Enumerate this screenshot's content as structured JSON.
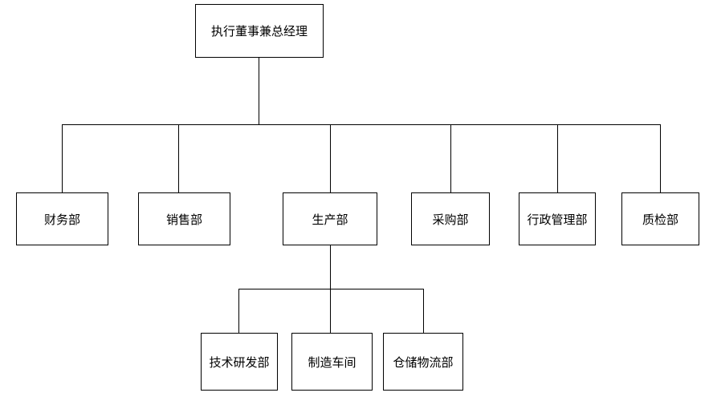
{
  "org_chart": {
    "root": {
      "label": "执行董事兼总经理"
    },
    "departments": [
      {
        "label": "财务部"
      },
      {
        "label": "销售部"
      },
      {
        "label": "生产部"
      },
      {
        "label": "采购部"
      },
      {
        "label": "行政管理部"
      },
      {
        "label": "质检部"
      }
    ],
    "production_children": [
      {
        "label": "技术研发部"
      },
      {
        "label": "制造车间"
      },
      {
        "label": "仓储物流部"
      }
    ]
  },
  "colors": {
    "background": "#ffffff",
    "line": "#000000",
    "box_border": "#000000",
    "text": "#000000"
  }
}
